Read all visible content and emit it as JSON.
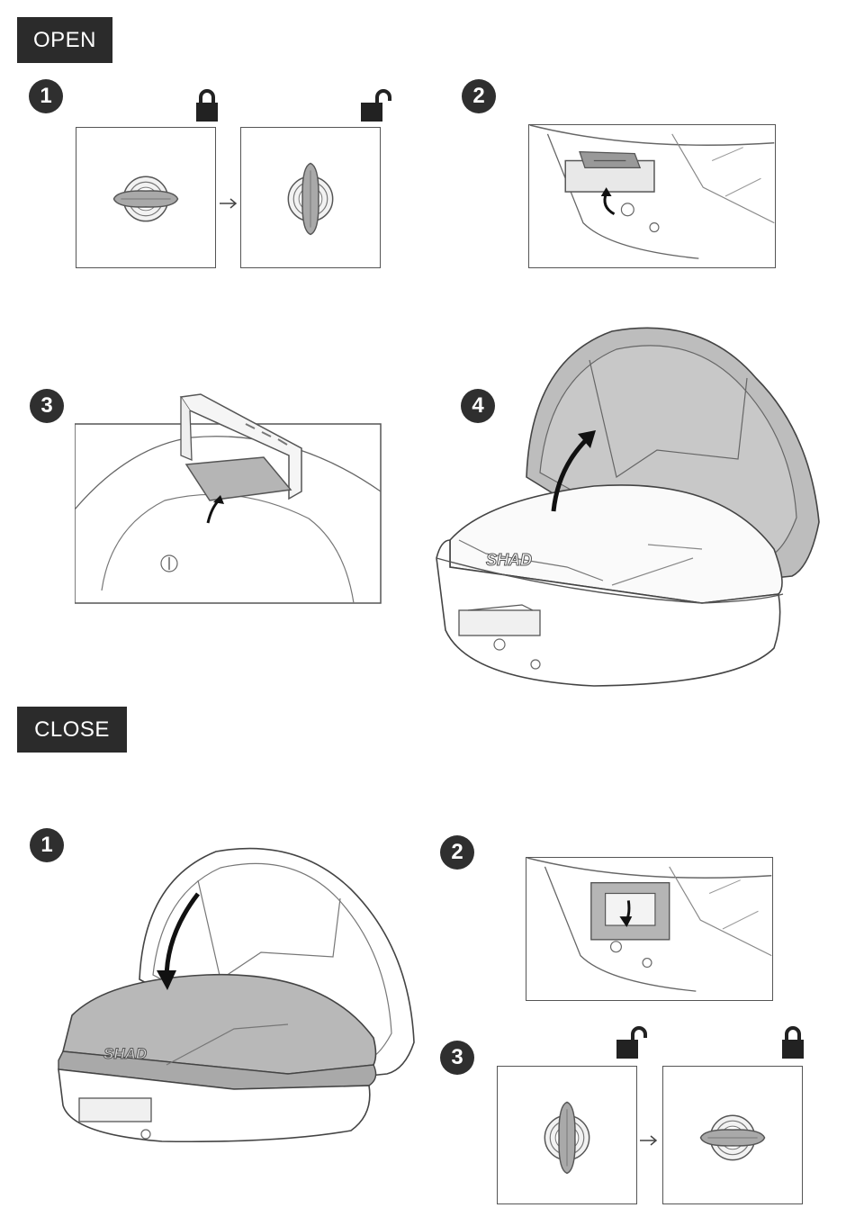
{
  "open": {
    "label": "OPEN",
    "steps": [
      "1",
      "2",
      "3",
      "4"
    ],
    "logo_text": "SHAD"
  },
  "close": {
    "label": "CLOSE",
    "steps": [
      "1",
      "2",
      "3"
    ],
    "logo_text": "SHAD"
  },
  "icons": {
    "locked": "padlock-closed-icon",
    "unlocked": "padlock-open-icon",
    "arrow": "arrow-right-icon"
  }
}
